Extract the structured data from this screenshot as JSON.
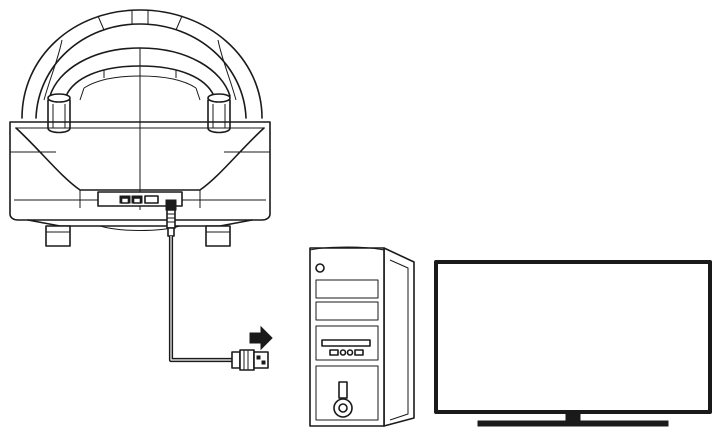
{
  "diagram": {
    "type": "connection-illustration",
    "devices": [
      {
        "id": "steering-wheel",
        "icon": "steering-wheel-icon"
      },
      {
        "id": "usb-cable",
        "icon": "usb-plug-icon"
      },
      {
        "id": "desktop-pc",
        "icon": "pc-tower-icon"
      },
      {
        "id": "monitor",
        "icon": "monitor-icon"
      }
    ],
    "connection": {
      "from": "steering-wheel",
      "to": "desktop-pc",
      "indicator": "arrow-right-icon"
    },
    "colors": {
      "line": "#1a1a1a",
      "background": "#ffffff"
    }
  }
}
